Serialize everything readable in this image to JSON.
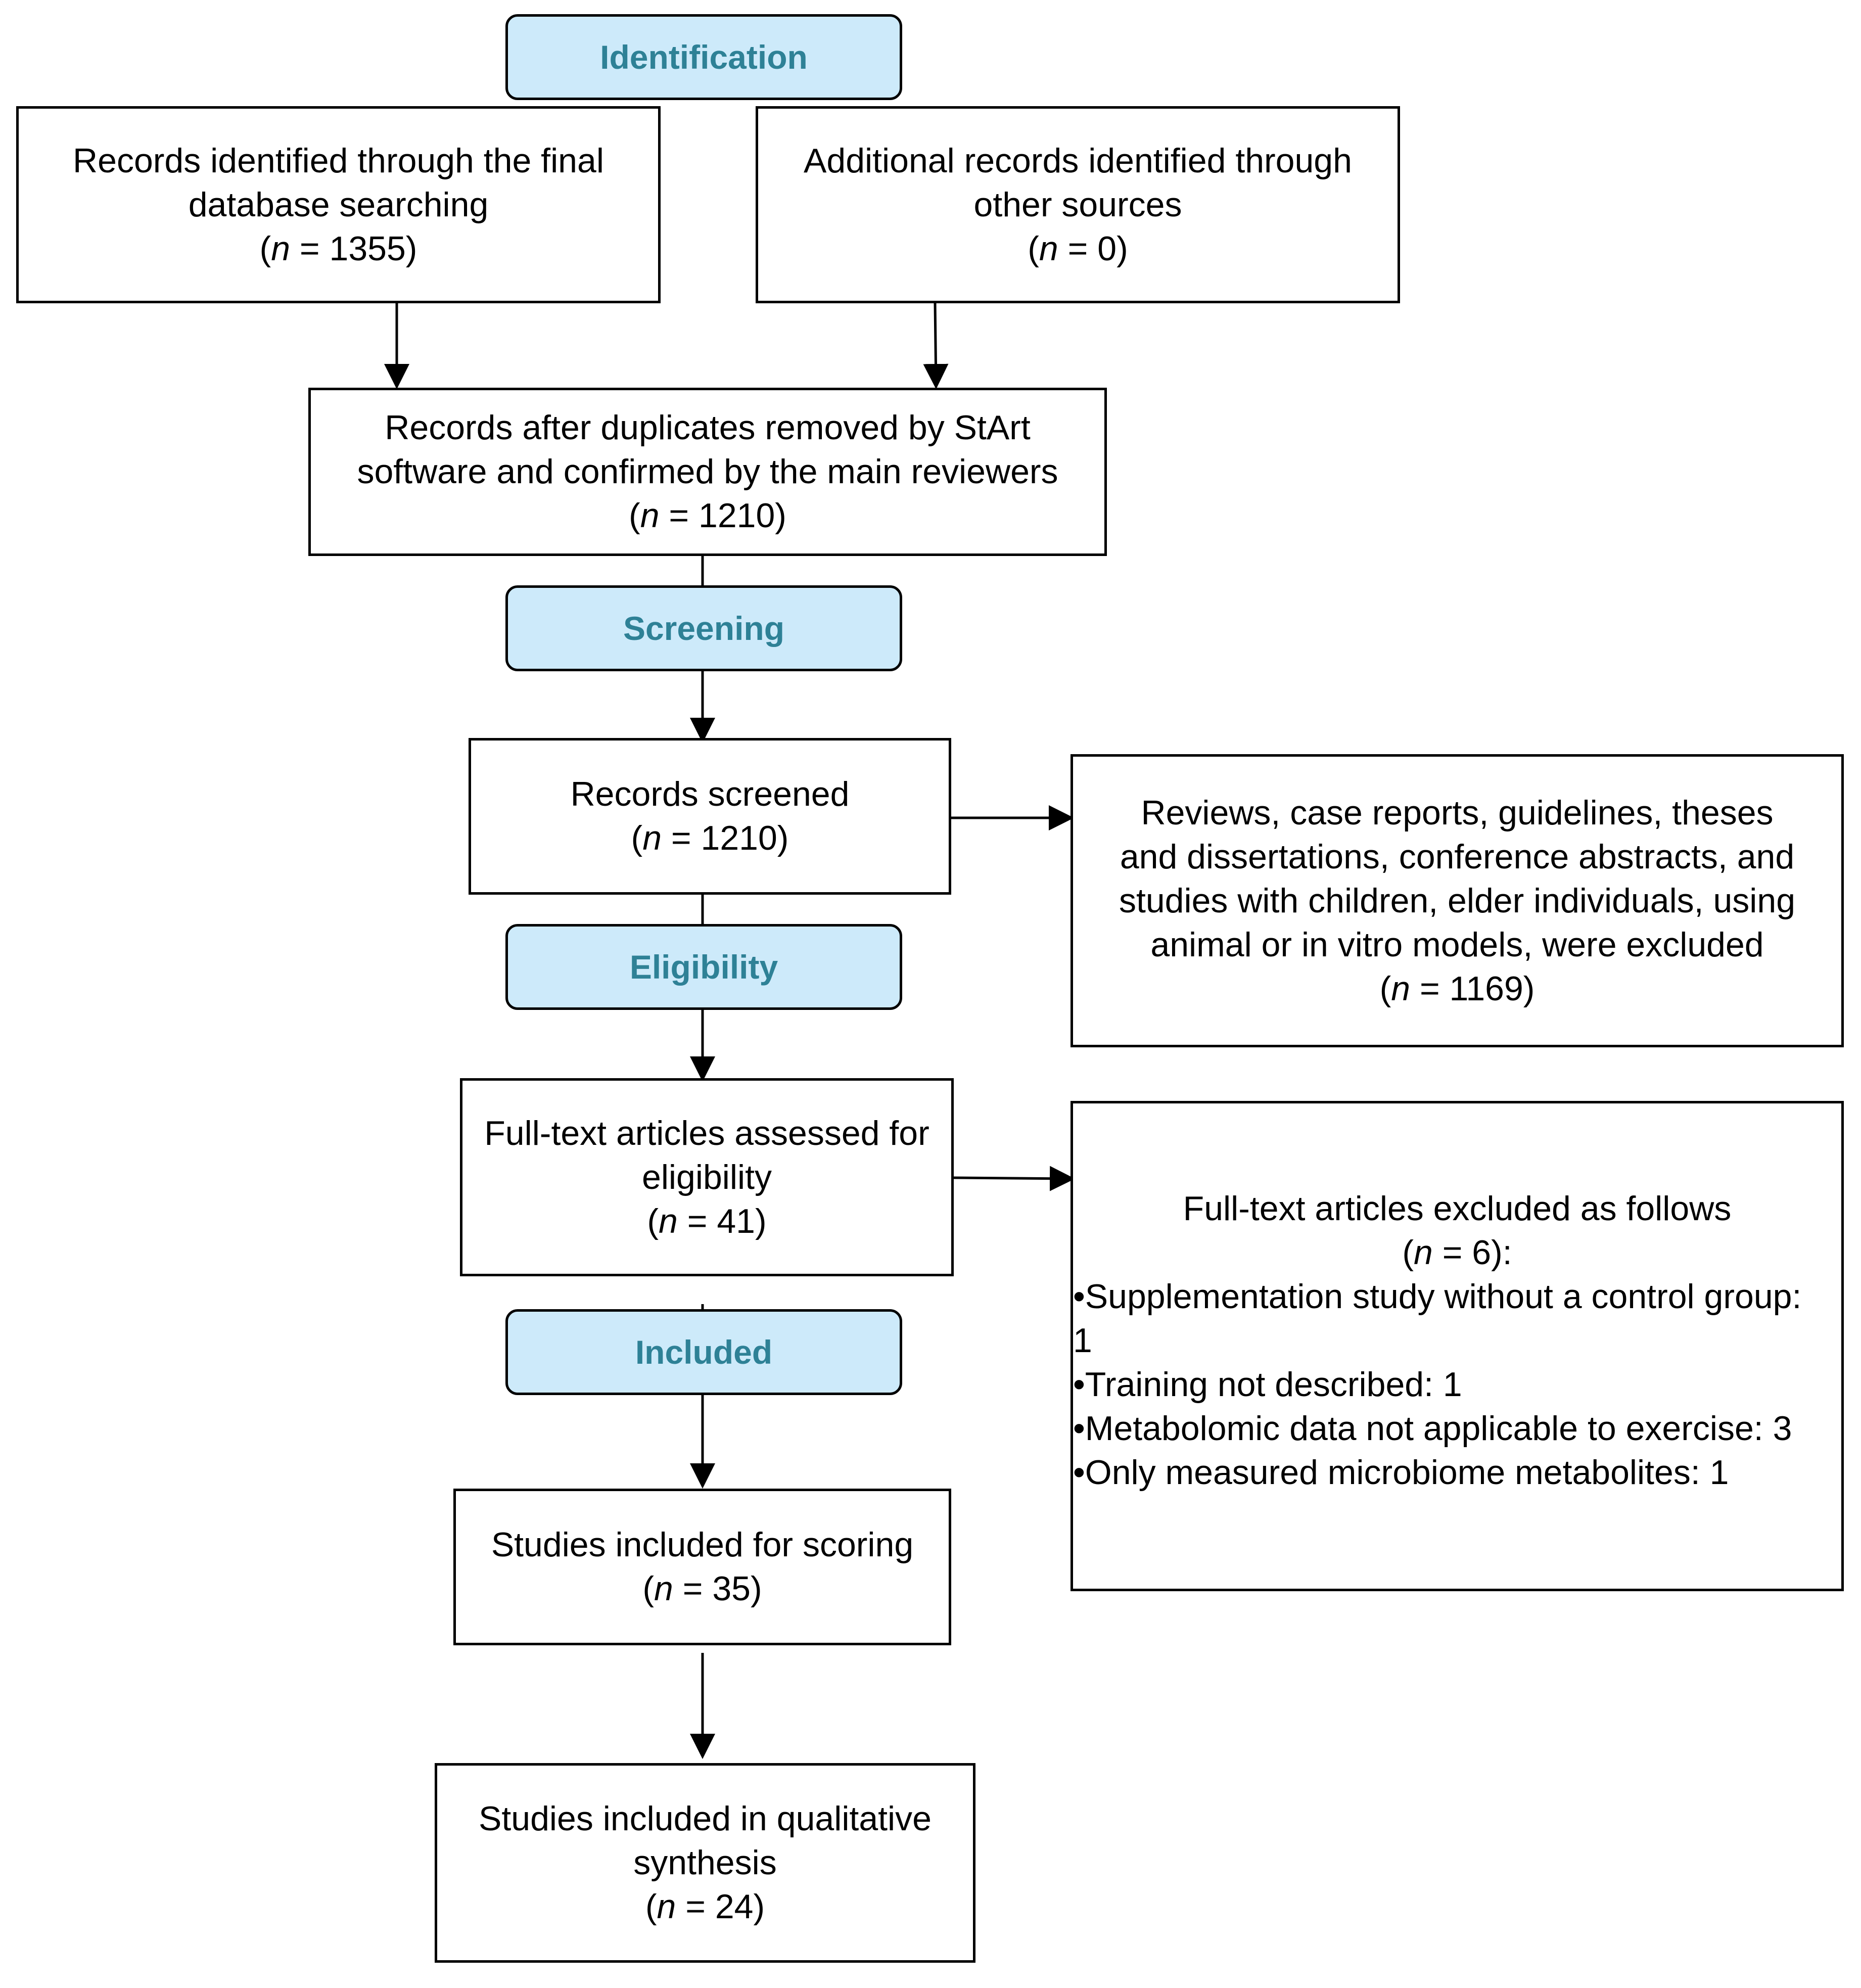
{
  "colors": {
    "stage_fill": "#cdeafa",
    "stage_text": "#2e8196",
    "line": "#000000",
    "box_fill": "#ffffff"
  },
  "stages": {
    "identification": "Identification",
    "screening": "Screening",
    "eligibility": "Eligibility",
    "included": "Included"
  },
  "boxes": {
    "database": {
      "lines": [
        "Records identified through the final",
        "database searching"
      ],
      "n": "1355"
    },
    "other_sources": {
      "lines": [
        "Additional records identified through",
        "other sources"
      ],
      "n": "0"
    },
    "duplicates": {
      "lines": [
        "Records after duplicates removed by StArt",
        "software and confirmed by the main reviewers"
      ],
      "n": "1210"
    },
    "screened": {
      "lines": [
        "Records screened"
      ],
      "n": "1210"
    },
    "excluded_screening": {
      "lines": [
        "Reviews, case reports, guidelines, theses",
        "and dissertations, conference abstracts, and",
        "studies with children, elder individuals, using",
        "animal or in vitro models, were excluded"
      ],
      "n": "1169"
    },
    "fulltext": {
      "lines": [
        "Full-text articles assessed for",
        "eligibility"
      ],
      "n": "41"
    },
    "excluded_fulltext": {
      "title": "Full-text articles excluded as follows",
      "n": "6",
      "items": [
        "•Supplementation study without a control group:",
        "1",
        "•Training not described: 1",
        "•Metabolomic data not applicable to exercise: 3",
        "•Only measured microbiome metabolites: 1"
      ]
    },
    "scoring": {
      "lines": [
        "Studies included for scoring"
      ],
      "n": "35"
    },
    "qualitative": {
      "lines": [
        "Studies included in qualitative",
        "synthesis"
      ],
      "n": "24"
    }
  }
}
